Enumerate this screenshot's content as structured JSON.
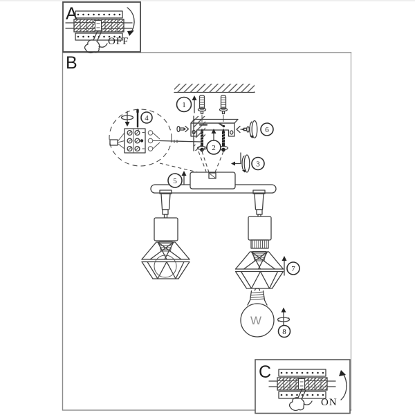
{
  "doc": {
    "type": "luminaire-installation-manual-diagram",
    "panel_a": {
      "label": "A",
      "switch_state": "OFF"
    },
    "panel_b": {
      "label": "B"
    },
    "panel_c": {
      "label": "C",
      "switch_state": "ON"
    },
    "steps": [
      "1",
      "2",
      "3",
      "4",
      "5",
      "6",
      "7",
      "8"
    ],
    "bulb_marking": "W"
  },
  "colors": {
    "line": "#3f3f3f",
    "dark_fill": "#232323",
    "panel_a_border": "#4a4a4a",
    "panel_b_border": "#8a8a8a",
    "panel_c_border": "#5a5a5a",
    "bulb_text": "#919191",
    "background": "#ffffff"
  }
}
